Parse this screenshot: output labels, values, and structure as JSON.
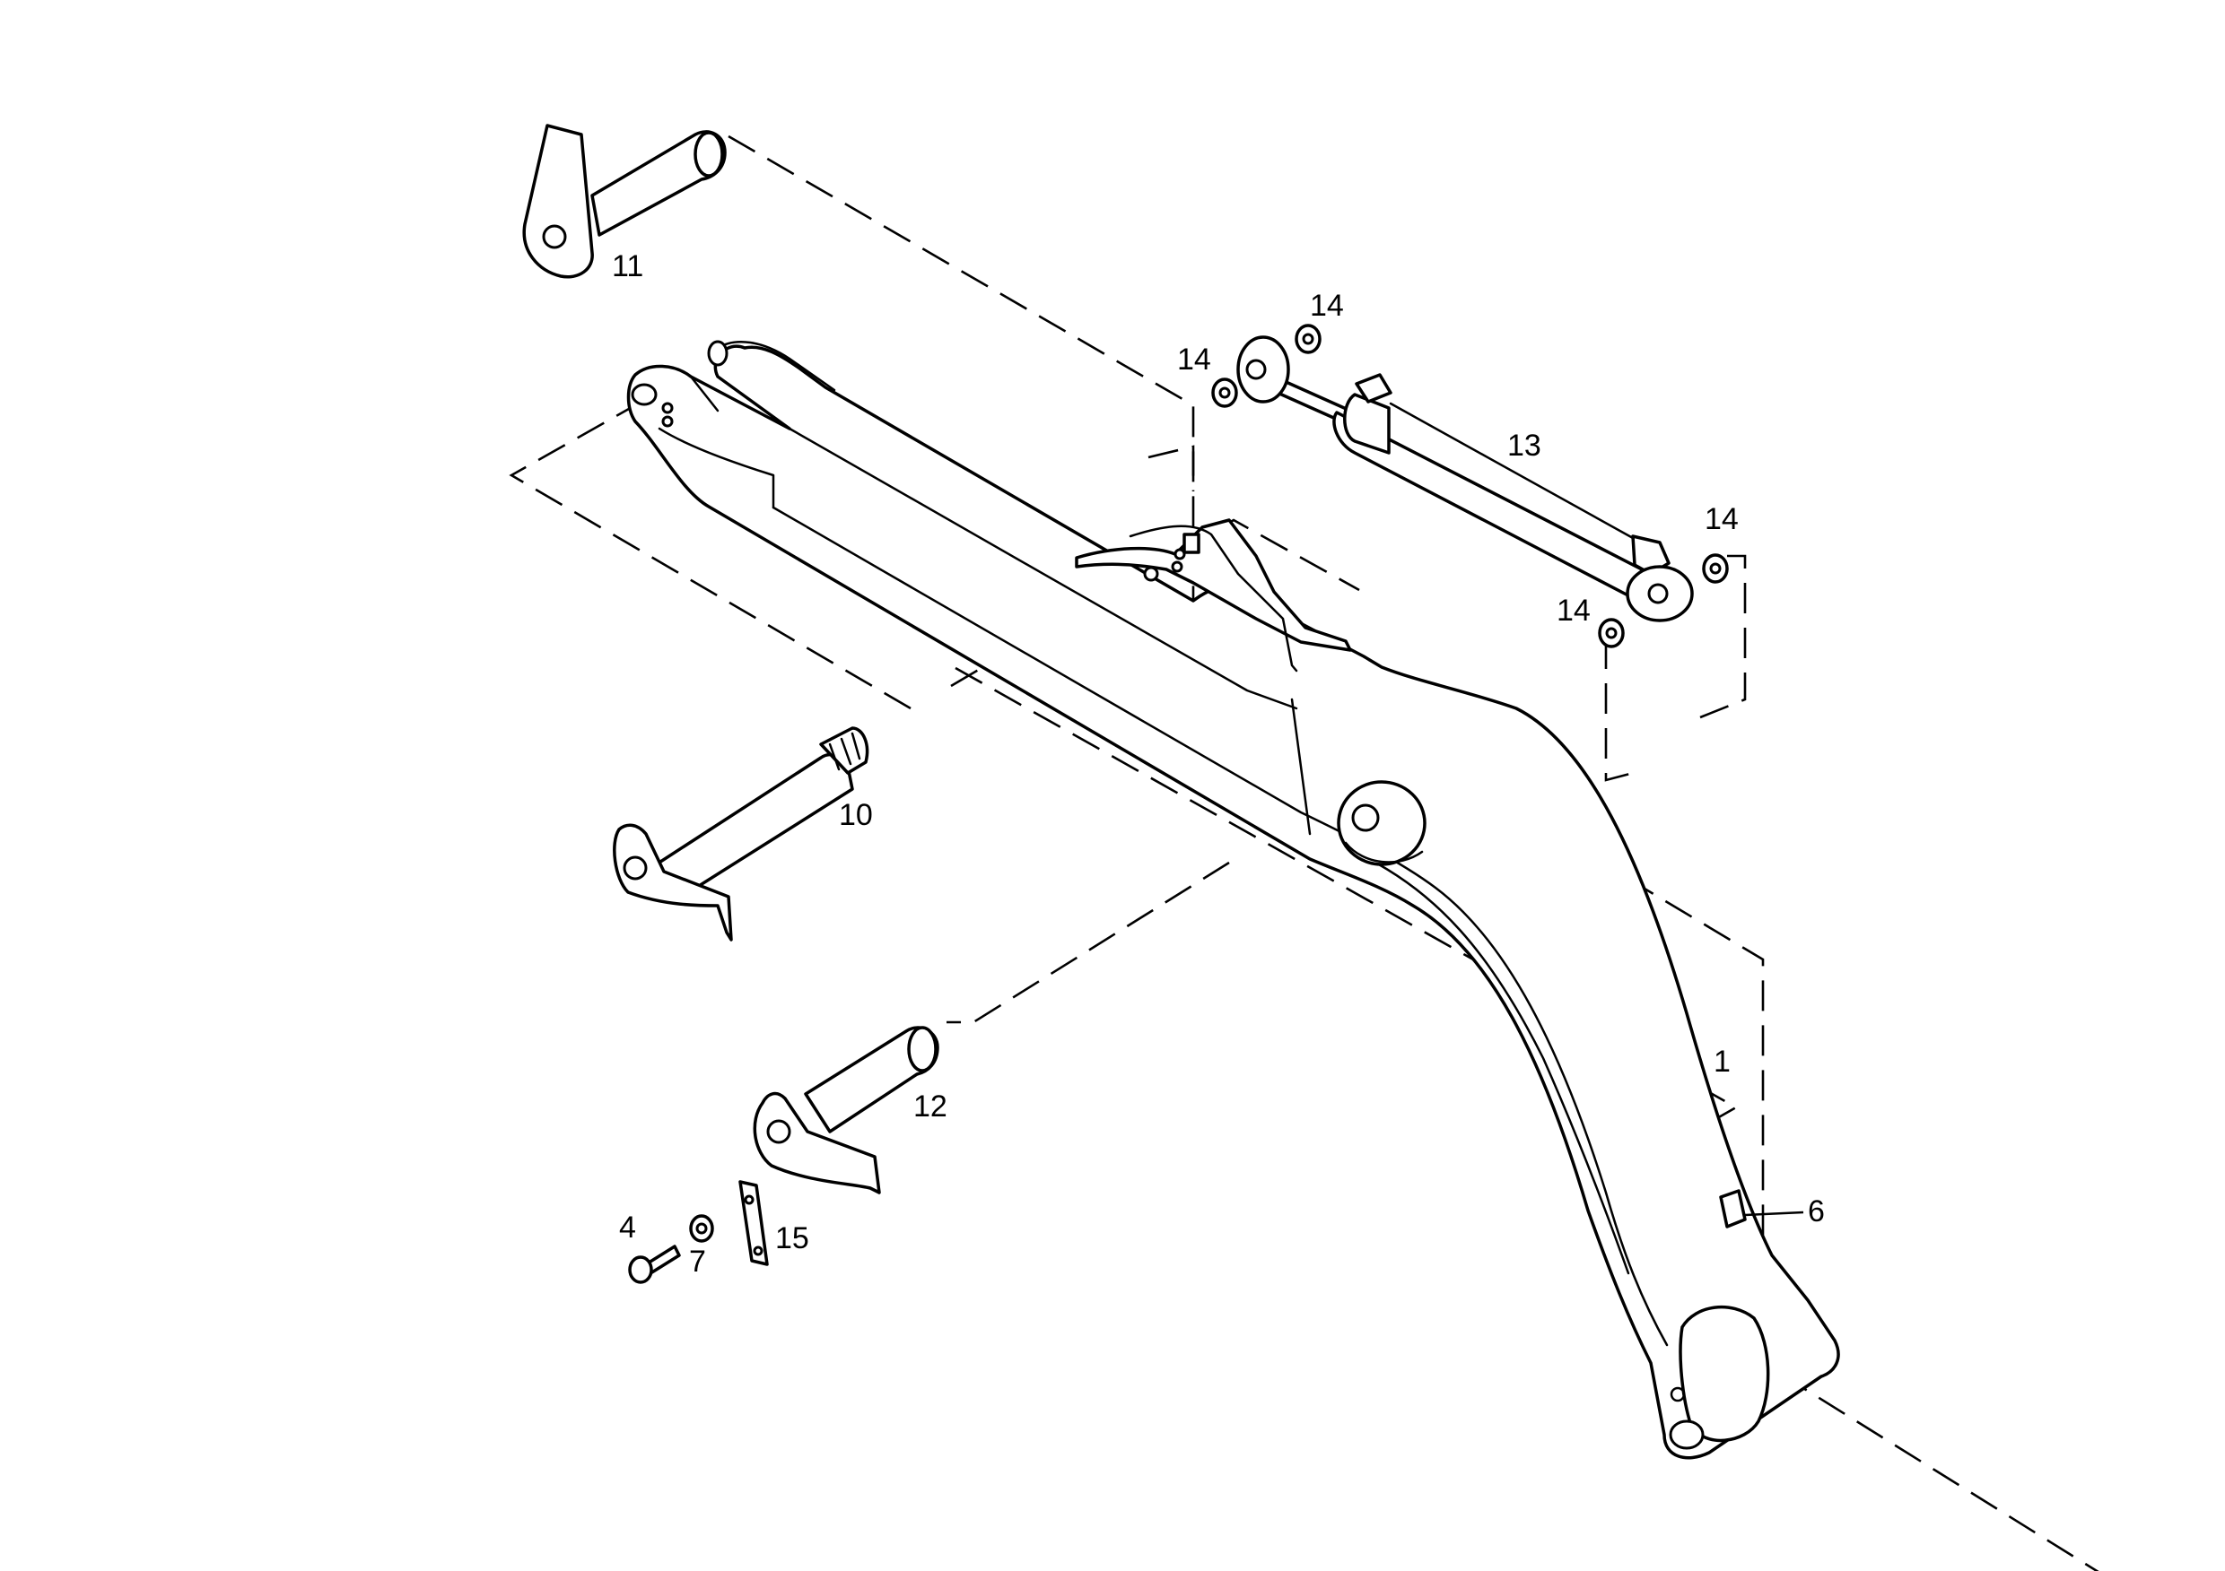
{
  "callouts": {
    "boom": "1",
    "bolt": "4",
    "grease_nipple": "6",
    "washer": "7",
    "pin_10": "10",
    "pin_11": "11",
    "pin_12": "12",
    "cylinder": "13",
    "shim_a": "14",
    "shim_b": "14",
    "shim_c": "14",
    "shim_d": "14",
    "plate": "15"
  }
}
